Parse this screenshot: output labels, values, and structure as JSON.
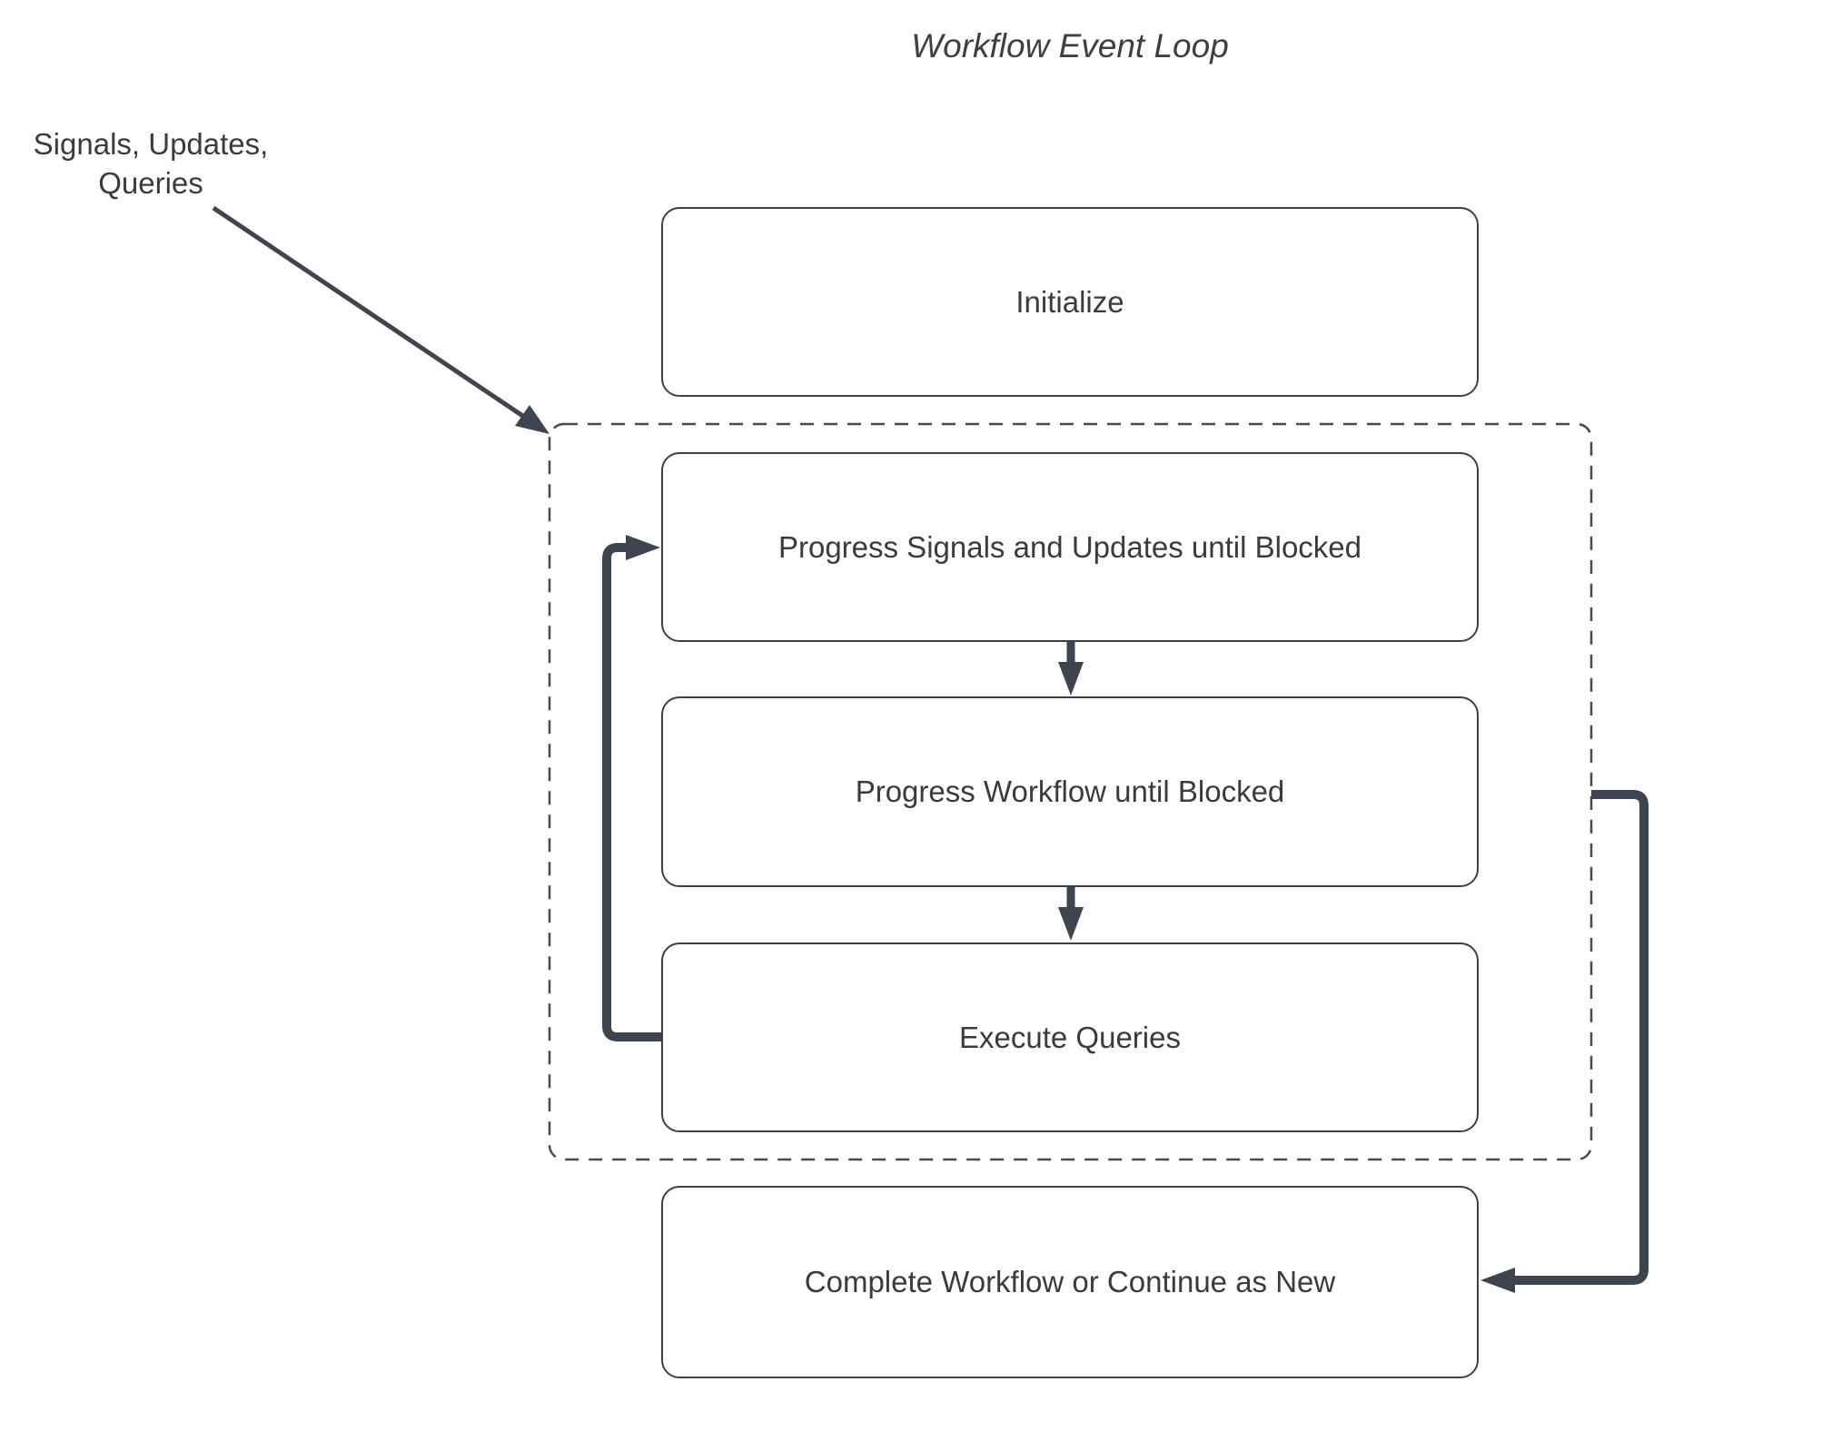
{
  "title": "Workflow Event Loop",
  "annotation": {
    "label": "Signals, Updates,\nQueries"
  },
  "nodes": [
    {
      "id": "initialize",
      "label": "Initialize"
    },
    {
      "id": "progress-signals",
      "label": "Progress Signals and Updates until Blocked"
    },
    {
      "id": "progress-workflow",
      "label": "Progress Workflow until Blocked"
    },
    {
      "id": "execute-queries",
      "label": "Execute Queries"
    },
    {
      "id": "complete-workflow",
      "label": "Complete Workflow or Continue as New"
    }
  ],
  "edges": [
    {
      "id": "signals-input-arrow",
      "from": "Signals, Updates, Queries",
      "to": "event-loop-container"
    },
    {
      "id": "signals-to-workflow",
      "from": "Progress Signals and Updates until Blocked",
      "to": "Progress Workflow until Blocked"
    },
    {
      "id": "workflow-to-queries",
      "from": "Progress Workflow until Blocked",
      "to": "Execute Queries"
    },
    {
      "id": "loop-back-arrow",
      "from": "Execute Queries",
      "to": "Progress Signals and Updates until Blocked"
    },
    {
      "id": "continue-arrow",
      "from": "event-loop-container",
      "to": "Complete Workflow or Continue as New"
    }
  ],
  "colors": {
    "background": "#ffffff",
    "node_fill": "#ffffff",
    "node_border": "#404040",
    "dashed_border": "#4a4a4a",
    "arrow": "#3e4450",
    "text": "#3b3b3b"
  }
}
